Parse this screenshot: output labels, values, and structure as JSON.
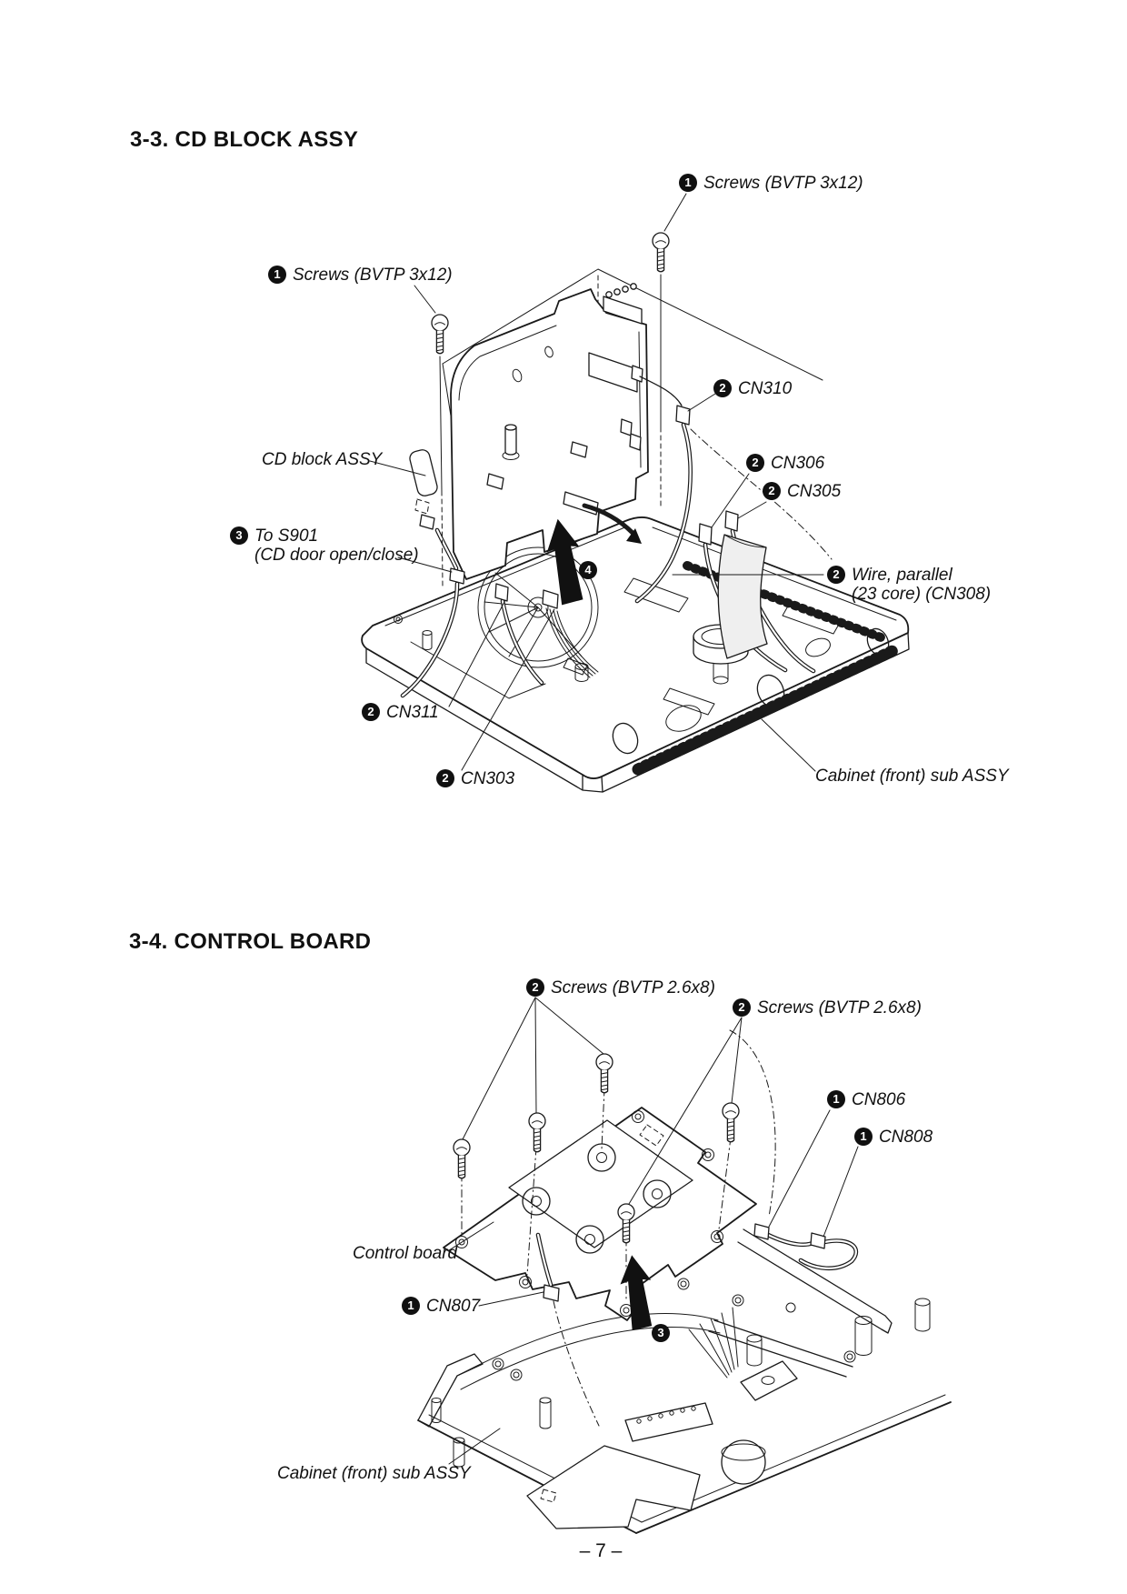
{
  "section_cd_block": {
    "heading": "3-3. CD BLOCK ASSY",
    "labels": {
      "screws_top": {
        "step": "1",
        "text": "Screws (BVTP 3x12)"
      },
      "screws_left": {
        "step": "1",
        "text": "Screws (BVTP 3x12)"
      },
      "cn310": {
        "step": "2",
        "text": "CN310"
      },
      "cn306": {
        "step": "2",
        "text": "CN306"
      },
      "cn305": {
        "step": "2",
        "text": "CN305"
      },
      "cd_block_assy": {
        "text": "CD block ASSY"
      },
      "to_s901": {
        "step": "3",
        "text": "To S901",
        "text2": "(CD door open/close)"
      },
      "wire_parallel": {
        "step": "2",
        "text": "Wire, parallel",
        "text2": "(23 core) (CN308)"
      },
      "cn311": {
        "step": "2",
        "text": "CN311"
      },
      "cn303": {
        "step": "2",
        "text": "CN303"
      },
      "cabinet": {
        "text": "Cabinet (front) sub ASSY"
      },
      "step4": {
        "step": "4"
      }
    }
  },
  "section_control_board": {
    "heading": "3-4. CONTROL BOARD",
    "labels": {
      "screws_left": {
        "step": "2",
        "text": "Screws (BVTP 2.6x8)"
      },
      "screws_right": {
        "step": "2",
        "text": "Screws (BVTP 2.6x8)"
      },
      "cn806": {
        "step": "1",
        "text": "CN806"
      },
      "cn808": {
        "step": "1",
        "text": "CN808"
      },
      "control_board": {
        "text": "Control board"
      },
      "cn807": {
        "step": "1",
        "text": "CN807"
      },
      "cabinet": {
        "text": "Cabinet (front) sub ASSY"
      },
      "step3": {
        "step": "3"
      }
    }
  },
  "footer": {
    "page_number": "– 7 –"
  }
}
